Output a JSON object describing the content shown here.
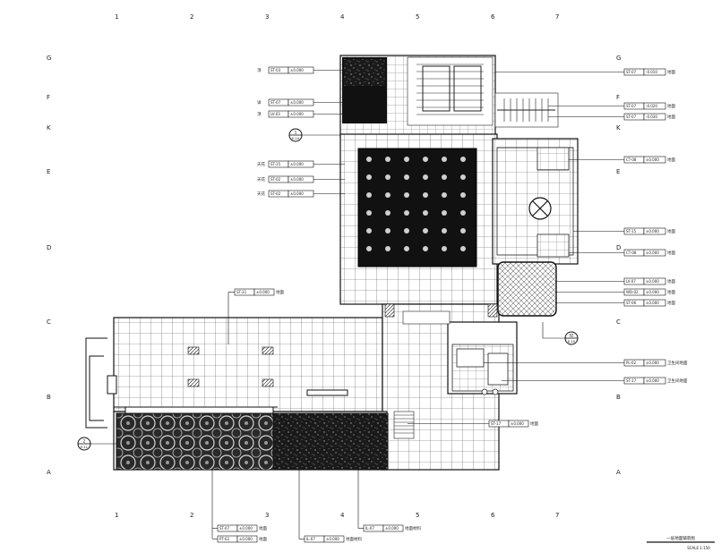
{
  "drawing": {
    "grid_columns_top": [
      "1",
      "2",
      "3",
      "4",
      "5",
      "6",
      "7"
    ],
    "grid_columns_bottom": [
      "1",
      "2",
      "3",
      "4",
      "5",
      "6",
      "7"
    ],
    "grid_rows_left": [
      "G",
      "F",
      "K",
      "E",
      "D",
      "C",
      "B",
      "A"
    ],
    "grid_rows_right": [
      "G",
      "F",
      "K",
      "E",
      "D",
      "C",
      "B",
      "A"
    ],
    "section_markers": [
      {
        "id": "marker-top",
        "top": "1",
        "bottom": "E-10"
      },
      {
        "id": "marker-left",
        "top": "2",
        "bottom": "E-11"
      },
      {
        "id": "marker-right",
        "top": "02",
        "bottom": "E-10"
      }
    ],
    "left_tags": [
      {
        "side": "顶",
        "code": "ST-03",
        "value": "±0.000"
      },
      {
        "side": "详",
        "code": "ST-07",
        "value": "±0.000"
      },
      {
        "side": "顶",
        "code": "LV-03",
        "value": "±0.000"
      },
      {
        "side": "天花",
        "code": "ST-15",
        "value": "±0.000"
      },
      {
        "side": "天花",
        "code": "ST-02",
        "value": "±0.000"
      },
      {
        "side": "天花",
        "code": "ST-02",
        "value": "±0.000"
      },
      {
        "side": "",
        "code": "ST-31",
        "value": "±0.000"
      }
    ],
    "mid_tag_suffix": "地面",
    "right_tags": [
      {
        "code": "ST-07",
        "value": "-0.010",
        "suffix": "地面"
      },
      {
        "code": "ST-07",
        "value": "-0.020",
        "suffix": "地面"
      },
      {
        "code": "ST-07",
        "value": "-0.030",
        "suffix": "地面"
      },
      {
        "code": "CT-08",
        "value": "±0.000",
        "suffix": "地面"
      },
      {
        "code": "ST-15",
        "value": "±0.000",
        "suffix": "地面"
      },
      {
        "code": "CT-08",
        "value": "±0.000",
        "suffix": "地面"
      },
      {
        "code": "LV-07",
        "value": "±0.000",
        "suffix": "地面"
      },
      {
        "code": "WD-02",
        "value": "±0.000",
        "suffix": "地面"
      },
      {
        "code": "ST-06",
        "value": "±0.000",
        "suffix": "地面"
      },
      {
        "code": "PL-02",
        "value": "±0.000",
        "suffix": "卫生间地面"
      },
      {
        "code": "ST-17",
        "value": "±0.000",
        "suffix": "卫生间地面"
      }
    ],
    "stair_tag": {
      "code": "ST-17",
      "value": "±0.000",
      "suffix": "地面"
    },
    "bottom_tags": [
      {
        "code": "ST-07",
        "value": "±0.000",
        "suffix": "地面"
      },
      {
        "code": "PT-02",
        "value": "±0.000",
        "suffix": "地面"
      },
      {
        "code": "IL-07",
        "value": "±0.000",
        "suffix": "地面材料"
      },
      {
        "code": "IL-07",
        "value": "±0.000",
        "suffix": "地面材料"
      }
    ],
    "drawing_title": "一层地面铺装图",
    "scale": "SCALE 1:150"
  }
}
